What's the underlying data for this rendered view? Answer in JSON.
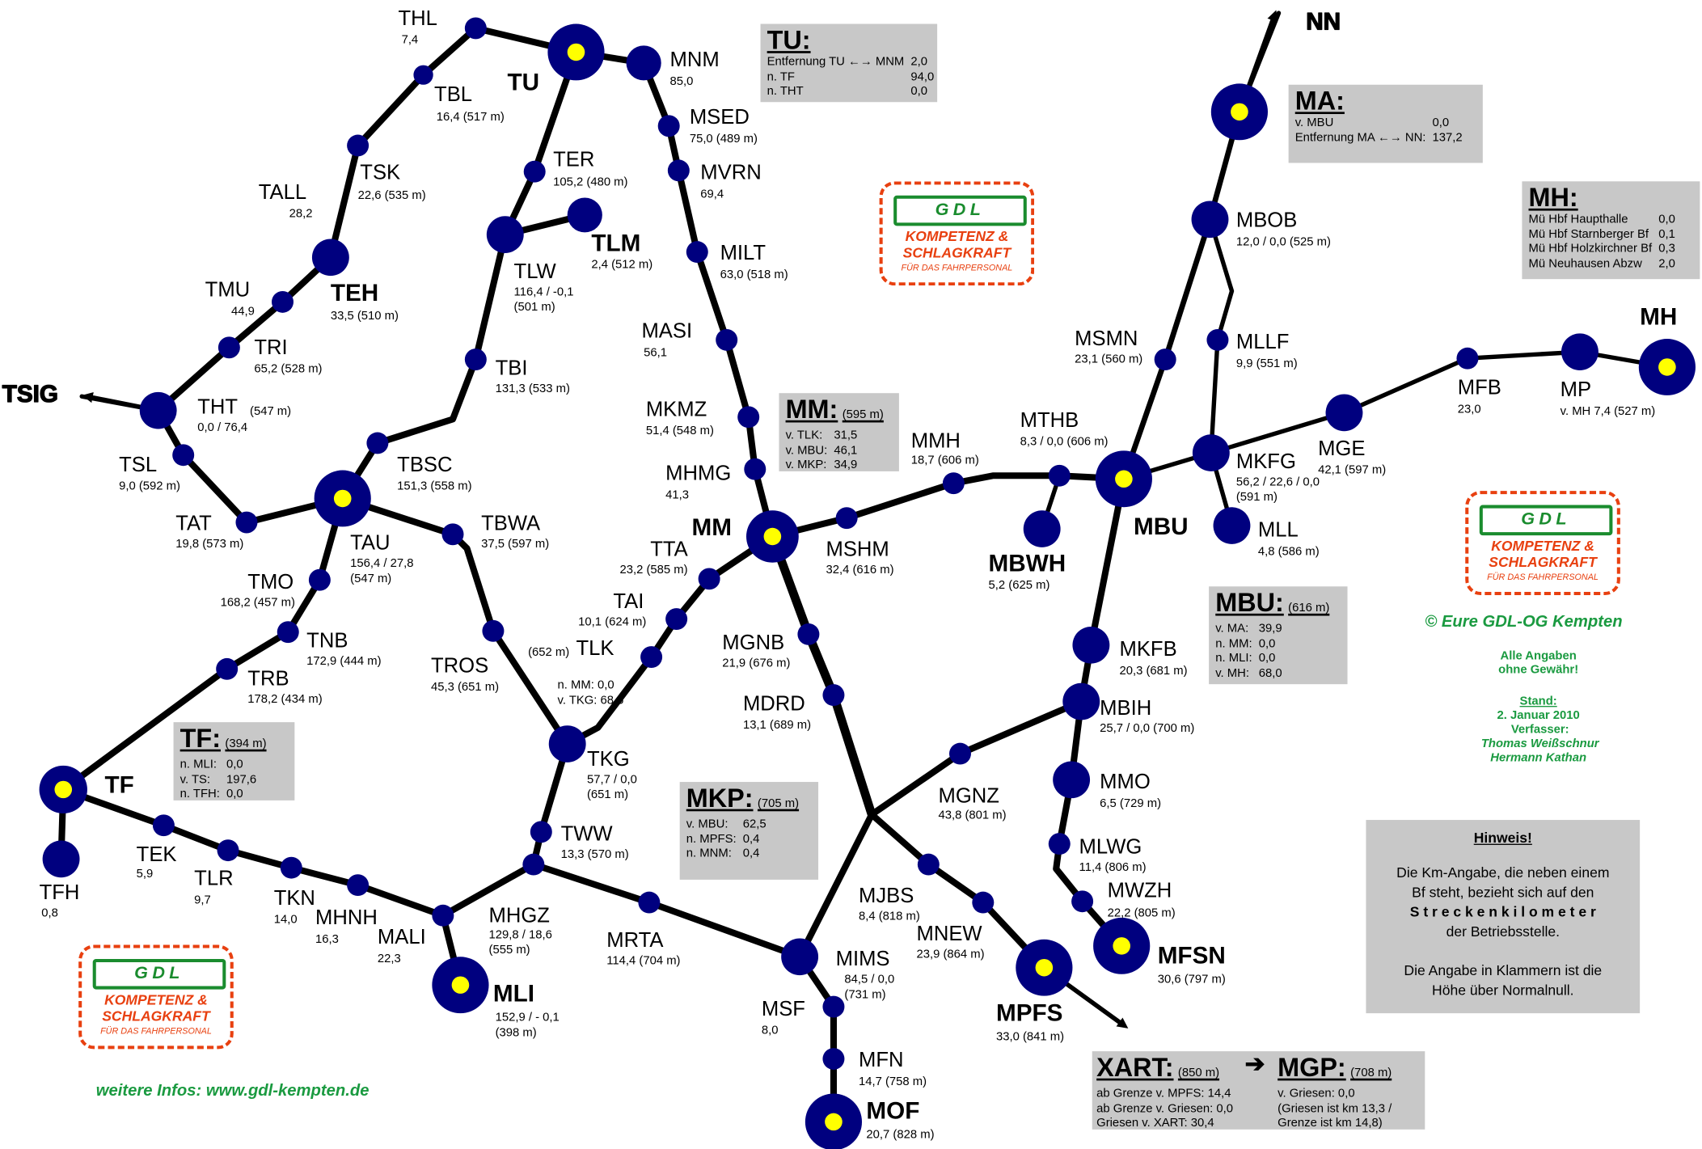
{
  "colors": {
    "line": "#000000",
    "node": "#00007f",
    "hub_dot": "#ffff00",
    "box": "#c8c8c8",
    "logo_green": "#1a8c2e",
    "logo_red": "#e84010",
    "text_green": "#1a9a40"
  },
  "arrows": {
    "nn": "NN",
    "tsig": "TSIG"
  },
  "stations": [
    {
      "name": "THL",
      "km": "7,4"
    },
    {
      "name": "TBL",
      "km": "16,4 (517 m)"
    },
    {
      "name": "TSK",
      "km": "22,6 (535 m)"
    },
    {
      "name": "TALL",
      "km": "28,2"
    },
    {
      "name": "TEH",
      "km": "33,5 (510 m)"
    },
    {
      "name": "TMU",
      "km": "44,9"
    },
    {
      "name": "TRI",
      "km": "65,2 (528 m)"
    },
    {
      "name": "THT",
      "km": "(547 m)",
      "km2": "0,0 / 76,4"
    },
    {
      "name": "TSL",
      "km": "9,0 (592 m)"
    },
    {
      "name": "TAT",
      "km": "19,8 (573 m)"
    },
    {
      "name": "TU",
      "km": ""
    },
    {
      "name": "MNM",
      "km": "85,0"
    },
    {
      "name": "MSED",
      "km": "75,0 (489 m)"
    },
    {
      "name": "MVRN",
      "km": "69,4"
    },
    {
      "name": "MILT",
      "km": "63,0 (518 m)"
    },
    {
      "name": "MASI",
      "km": "56,1"
    },
    {
      "name": "MKMZ",
      "km": "51,4 (548 m)"
    },
    {
      "name": "MHMG",
      "km": "41,3"
    },
    {
      "name": "MM",
      "km": ""
    },
    {
      "name": "TER",
      "km": "105,2 (480 m)"
    },
    {
      "name": "TLM",
      "km": "2,4 (512 m)"
    },
    {
      "name": "TLW",
      "km": "116,4 / -0,1",
      "km2": "(501 m)"
    },
    {
      "name": "TBI",
      "km": "131,3 (533 m)"
    },
    {
      "name": "TBSC",
      "km": "151,3 (558 m)"
    },
    {
      "name": "TAU",
      "km": "156,4 / 27,8",
      "km2": "(547 m)"
    },
    {
      "name": "TBWA",
      "km": "37,5 (597 m)"
    },
    {
      "name": "TMO",
      "km": "168,2 (457 m)"
    },
    {
      "name": "TNB",
      "km": "172,9 (444 m)"
    },
    {
      "name": "TRB",
      "km": "178,2 (434 m)"
    },
    {
      "name": "TF",
      "km": ""
    },
    {
      "name": "TFH",
      "km": "0,8"
    },
    {
      "name": "TEK",
      "km": "5,9"
    },
    {
      "name": "TLR",
      "km": "9,7"
    },
    {
      "name": "TKN",
      "km": "14,0"
    },
    {
      "name": "MHNH",
      "km": "16,3"
    },
    {
      "name": "MALI",
      "km": "22,3"
    },
    {
      "name": "MLI",
      "km": "152,9 / - 0,1",
      "km2": "(398 m)"
    },
    {
      "name": "MHGZ",
      "km": "129,8 / 18,6",
      "km2": "(555 m)"
    },
    {
      "name": "TWW",
      "km": "13,3 (570 m)"
    },
    {
      "name": "TKG",
      "km": "57,7 / 0,0",
      "km2": "(651 m)"
    },
    {
      "name": "TROS",
      "km": "45,3 (651 m)"
    },
    {
      "name": "TLK",
      "km": "(652 m)",
      "km2": "n. MM: 0,0",
      "km3": "v. TKG: 68,6"
    },
    {
      "name": "TAI",
      "km": "10,1 (624 m)"
    },
    {
      "name": "TTA",
      "km": "23,2 (585 m)"
    },
    {
      "name": "MRTA",
      "km": "114,4 (704 m)"
    },
    {
      "name": "MIMS",
      "km": "84,5 / 0,0",
      "km2": "(731 m)"
    },
    {
      "name": "MSF",
      "km": "8,0"
    },
    {
      "name": "MFN",
      "km": "14,7 (758 m)"
    },
    {
      "name": "MOF",
      "km": "20,7 (828 m)"
    },
    {
      "name": "MGNB",
      "km": "21,9 (676 m)"
    },
    {
      "name": "MDRD",
      "km": "13,1 (689 m)"
    },
    {
      "name": "MGNZ",
      "km": "43,8 (801 m)"
    },
    {
      "name": "MJBS",
      "km": "8,4 (818 m)"
    },
    {
      "name": "MNEW",
      "km": "23,9 (864 m)"
    },
    {
      "name": "MPFS",
      "km": "33,0 (841 m)"
    },
    {
      "name": "MSHM",
      "km": "32,4 (616 m)"
    },
    {
      "name": "MMH",
      "km": "18,7 (606 m)"
    },
    {
      "name": "MTHB",
      "km": "8,3 / 0,0 (606 m)"
    },
    {
      "name": "MBWH",
      "km": "5,2 (625 m)"
    },
    {
      "name": "MBU",
      "km": ""
    },
    {
      "name": "MSMN",
      "km": "23,1 (560 m)"
    },
    {
      "name": "MBOB",
      "km": "12,0 / 0,0 (525 m)"
    },
    {
      "name": "MLLF",
      "km": "9,9 (551 m)"
    },
    {
      "name": "MKFG",
      "km": "56,2 / 22,6 / 0,0",
      "km2": "(591 m)"
    },
    {
      "name": "MLL",
      "km": "4,8 (586 m)"
    },
    {
      "name": "MGE",
      "km": "42,1 (597 m)"
    },
    {
      "name": "MFB",
      "km": "23,0"
    },
    {
      "name": "MP",
      "km": "v. MH  7,4 (527 m)"
    },
    {
      "name": "MH",
      "km": ""
    },
    {
      "name": "MA",
      "km": ""
    },
    {
      "name": "MKFB",
      "km": "20,3 (681 m)"
    },
    {
      "name": "MBIH",
      "km": "25,7 / 0,0 (700 m)"
    },
    {
      "name": "MMO",
      "km": "6,5 (729 m)"
    },
    {
      "name": "MLWG",
      "km": "11,4 (806 m)"
    },
    {
      "name": "MWZH",
      "km": "22,2 (805 m)"
    },
    {
      "name": "MFSN",
      "km": "30,6 (797 m)"
    }
  ],
  "boxes": {
    "tu": {
      "title": "TU:",
      "rows": [
        [
          "Entfernung TU ←→ MNM",
          "2,0"
        ],
        [
          "n. TF",
          "94,0"
        ],
        [
          "n. THT",
          "0,0"
        ]
      ]
    },
    "ma": {
      "title": "MA:",
      "rows": [
        [
          "v. MBU",
          "0,0"
        ],
        [
          "Entfernung MA ←→ NN:",
          "137,2"
        ]
      ]
    },
    "mh": {
      "title": "MH:",
      "rows": [
        [
          "Mü Hbf Haupthalle",
          "0,0"
        ],
        [
          "Mü Hbf Starnberger Bf",
          "0,1"
        ],
        [
          "Mü Hbf Holzkirchner Bf",
          "0,3"
        ],
        [
          "Mü Neuhausen Abzw",
          "2,0"
        ]
      ]
    },
    "mm": {
      "title": "MM:",
      "unit": "(595 m)",
      "rows": [
        [
          "v. TLK:",
          "31,5"
        ],
        [
          "v. MBU:",
          "46,1"
        ],
        [
          "v. MKP:",
          "34,9"
        ]
      ]
    },
    "mbu": {
      "title": "MBU:",
      "unit": "(616 m)",
      "rows": [
        [
          "v. MA:",
          "39,9"
        ],
        [
          "n. MM:",
          "0,0"
        ],
        [
          "n. MLI:",
          "0,0"
        ],
        [
          "v. MH:",
          "68,0"
        ]
      ]
    },
    "tf": {
      "title": "TF:",
      "unit": "(394 m)",
      "rows": [
        [
          "n. MLI:",
          "0,0"
        ],
        [
          "v. TS:",
          "197,6"
        ],
        [
          "n. TFH:",
          "0,0"
        ]
      ]
    },
    "mkp": {
      "title": "MKP:",
      "unit": "(705 m)",
      "rows": [
        [
          "v. MBU:",
          "62,5"
        ],
        [
          "n. MPFS:",
          "0,4"
        ],
        [
          "n. MNM:",
          "0,4"
        ]
      ]
    },
    "xart": {
      "title": "XART:",
      "unit": "(850 m)",
      "rows": [
        [
          "ab Grenze v. MPFS: 14,4"
        ],
        [
          "ab Grenze v. Griesen: 0,0"
        ],
        [
          "Griesen v. XART:   30,4"
        ]
      ]
    },
    "mgp": {
      "title": "MGP:",
      "unit": "(708 m)",
      "rows": [
        [
          "v. Griesen: 0,0"
        ],
        [
          "(Griesen ist km 13,3 /"
        ],
        [
          "Grenze ist km 14,8)"
        ]
      ]
    }
  },
  "logo": {
    "line1": "GDL",
    "line2": "KOMPETENZ &",
    "line3": "SCHLAGKRAFT",
    "line4": "FÜR DAS FAHRPERSONAL"
  },
  "credits": {
    "copyright": "© Eure GDL-OG Kempten",
    "disclaimer1": "Alle Angaben",
    "disclaimer2": "ohne Gewähr!",
    "stand_label": "Stand:",
    "stand_date": "2. Januar 2010",
    "author_label": "Verfasser:",
    "author1": "Thomas Weißschnur",
    "author2": "Hermann Kathan",
    "website": "weitere Infos: www.gdl-kempten.de"
  },
  "hint": {
    "title": "Hinweis!",
    "p1a": "Die Km-Angabe, die neben einem",
    "p1b": "Bf steht, bezieht sich auf den",
    "p1c": "S t r e c k e n k i l o m e t e r",
    "p1d": "der Betriebsstelle.",
    "p2a": "Die Angabe in Klammern ist die",
    "p2b": "Höhe über Normalnull."
  }
}
